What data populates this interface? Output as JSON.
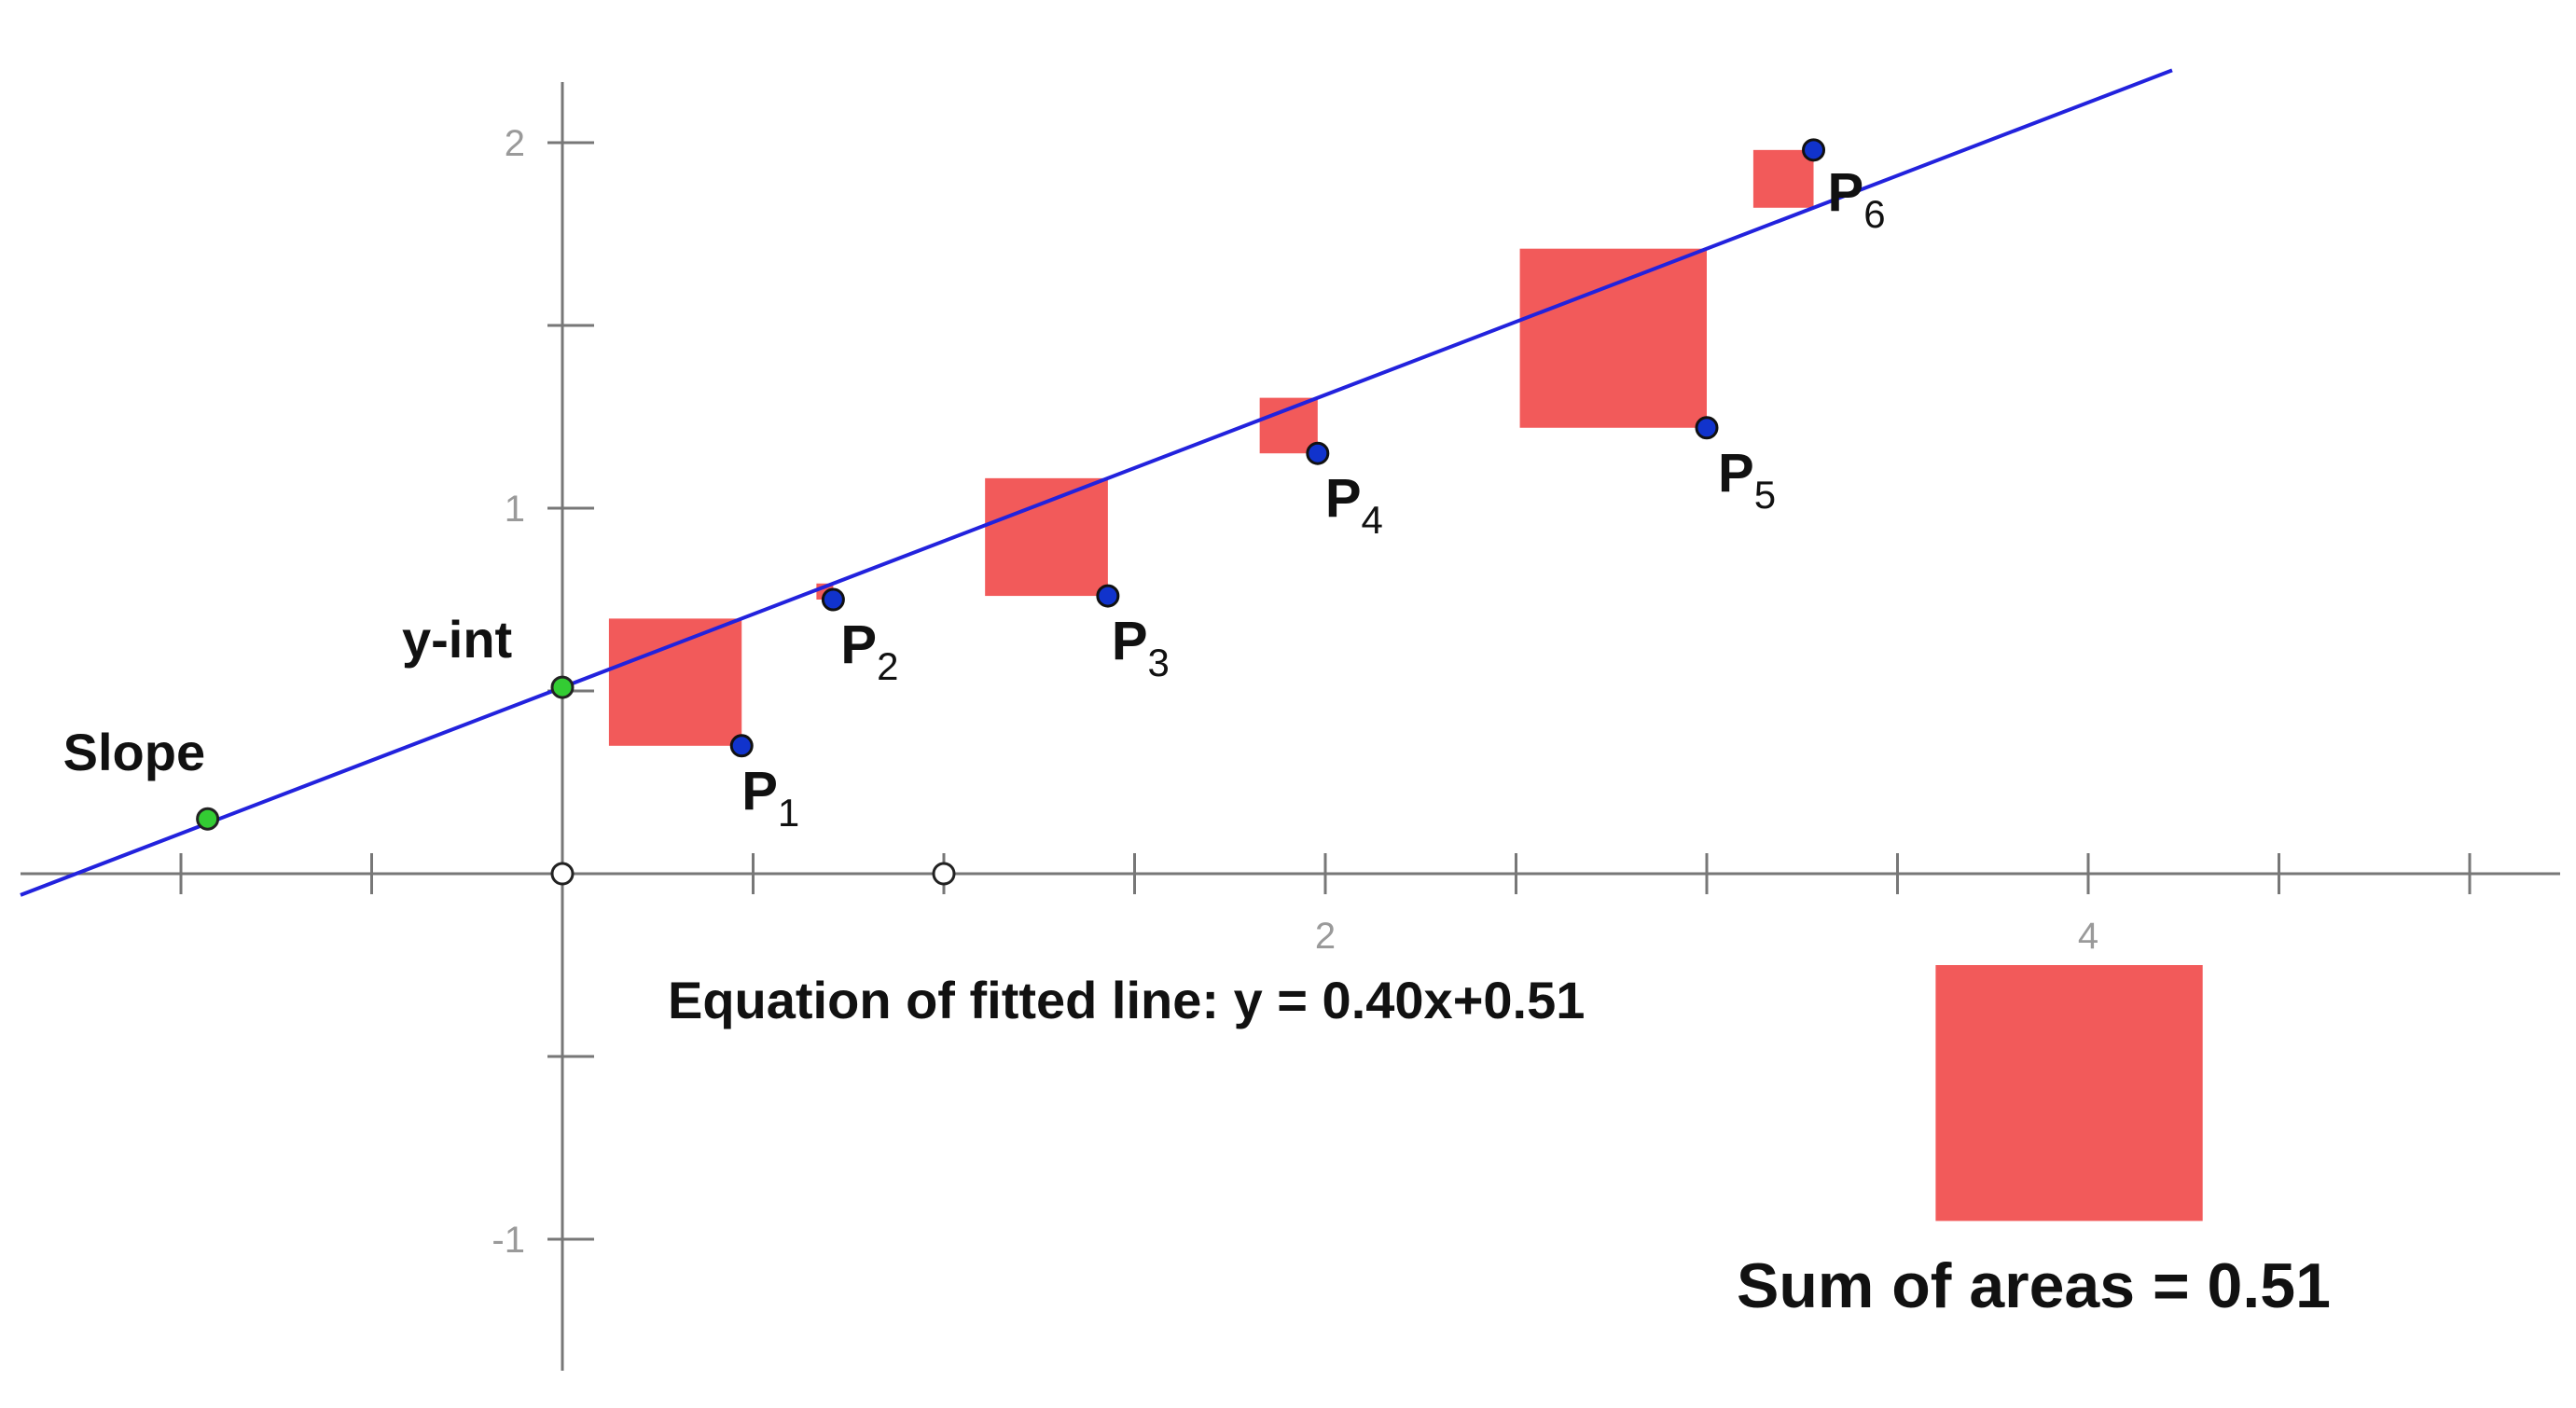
{
  "chart_data": {
    "type": "scatter",
    "title": "",
    "xlabel": "",
    "ylabel": "",
    "xlim": [
      -1.42,
      5.3
    ],
    "ylim": [
      -1.36,
      2.18
    ],
    "x_tick_labels": [
      {
        "value": 2,
        "text": "2"
      },
      {
        "value": 4,
        "text": "4"
      }
    ],
    "y_tick_labels": [
      {
        "value": 2,
        "text": "2"
      },
      {
        "value": 1,
        "text": "1"
      },
      {
        "value": -1,
        "text": "-1"
      }
    ],
    "x_tick_marks": [
      -1,
      -0.5,
      0,
      0.5,
      1,
      1.5,
      2,
      2.5,
      3,
      3.5,
      4,
      4.5,
      5
    ],
    "y_tick_marks": [
      2,
      1.5,
      1,
      0.5,
      -0.5,
      -1
    ],
    "grid": false,
    "points": [
      {
        "name": "P",
        "sub": "1",
        "x": 0.47,
        "y": 0.35
      },
      {
        "name": "P",
        "sub": "2",
        "x": 0.71,
        "y": 0.75
      },
      {
        "name": "P",
        "sub": "3",
        "x": 1.43,
        "y": 0.76
      },
      {
        "name": "P",
        "sub": "4",
        "x": 1.98,
        "y": 1.15
      },
      {
        "name": "P",
        "sub": "5",
        "x": 3.0,
        "y": 1.22
      },
      {
        "name": "P",
        "sub": "6",
        "x": 3.28,
        "y": 1.98
      }
    ],
    "fitted_line": {
      "slope": 0.4,
      "intercept": 0.51,
      "color": "#2222dd"
    },
    "handles": [
      {
        "label": "Slope",
        "x": -0.93,
        "y": 0.15,
        "color": "#33cc33"
      },
      {
        "label": "y-int",
        "x": 0.0,
        "y": 0.51,
        "color": "#33cc33"
      }
    ],
    "axis_markers": [
      {
        "x": 0.0,
        "y": 0.0
      },
      {
        "x": 1.0,
        "y": 0.0
      }
    ],
    "sum_square": {
      "side": 0.7,
      "x_left": 3.6,
      "y_top": -0.25
    },
    "square_color": "#f25a5a",
    "point_color": "#1133cc",
    "equation": "Equation of fitted line: y = 0.40x+0.51",
    "sum_of_areas": "Sum of areas = 0.51"
  }
}
